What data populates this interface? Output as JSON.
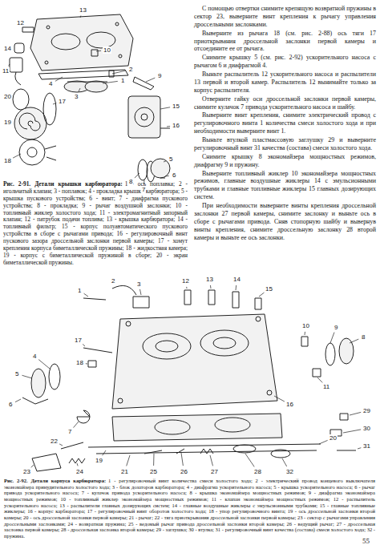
{
  "diagram": {
    "labels": [
      "С помощью отвертки снимите крепящую возвратной пружины в сектор 23, выверните винт крепления к рычагу управления дроссельными заслонками.",
      "Выверните из рычага 18 (см. рис. 2-88) ось тяги 17 приоткрывания дроссельной заслонки первой камеры и отсоедините ее от рычага.",
      "Снимите крышку 5 (см. рис. 2-92) ускорительного насоса с рычагом 6 и диафрагмой 4.",
      "Выньте распылитель 12 ускорительного насоса и распылители 13 первой и второй камер. Распылитель 12 вынимайте только за корпус распылителя.",
      "Отверните гайку оси дроссельной заслонки первой камеры, снимите кулачок 7 привода ускорительного насоса и шайбу.",
      "Выверните винт крепления, снимите электрический провод с регулировочного винта 1 количества смеси холостого хода и при необходимости выверните винт 1.",
      "Выньте втулкой пластмассовую заглушку 29 и выверните регулировочный винт 31 качества (состава) смеси холостого хода.",
      "Снимите крышку 8 экономайзера мощностных режимов, диафрагму 9 и пружину.",
      "Выверните топливный жиклер 10 экономайзера мощностных режимов, главные воздушные жиклеры 14 с эмульсионными трубками и главные топливные жиклеры 15 главных дозирующих систем.",
      "При необходимости выверните винты крепления дроссельной заслонки 27 первой камеры, снимите заслонку и выньте ось в сборе с рычагами привода. Сняв стопорную шайбу и вывернув винты крепления, снимите дроссельную заслонку 28 второй камеры и выньте ее ось заслонки.",
      "Рис. 2-91. Детали крышки карбюратора:",
      "1 - ось поплавка; 2 - игольчатый клапан; 3 - поплавок; 4 - прокладка крышки карбюратора; 5 - крышка пускового устройства; 6 - винт; 7 - диафрагма пускового устройства; 8 - прокладка; 9 - рычаг воздушной заслонки; 10 - топливный жиклер холостого хода; 11 - электромагнитный запорный клапан; 12 - патрубок подачи топлива; 13 - крышка карбюратора; 14 - топливный фильтр; 15 - корпус полуавтоматического пускового устройства в сборе с рычагами привода; 16 - регулировочный винт пускового зазора дроссельной заслонки первой камеры; 17 - хомут крепления корпуса биметаллической пружины; 18 - жидкостная камера; 19 - корпус с биметаллической пружиной в сборе; 20 - экран биметаллической пружины.",
      "1",
      "2",
      "3",
      "4",
      "5",
      "6",
      "7",
      "8",
      "9",
      "10",
      "11",
      "12",
      "13",
      "14",
      "15",
      "16",
      "17",
      "18",
      "19",
      "20",
      "1",
      "2",
      "3",
      "4",
      "5",
      "6",
      "7",
      "8",
      "9",
      "10",
      "11",
      "12",
      "13",
      "14",
      "15",
      "16",
      "17",
      "18",
      "19",
      "20",
      "21",
      "22",
      "23",
      "24",
      "25",
      "26",
      "27",
      "28",
      "29",
      "30",
      "31",
      "32",
      "Рис. 2-92. Детали корпуса карбюратора:",
      "1 - регулировочный винт количества смеси холостого хода; 2 - электрический провод концевого выключателя экономайзера принудительного холостого хода; 3 - блок дозаторов карбюратора; 4 - диафрагма ускорительного насоса; 5 - крышка ускорительного насоса; 6 - рычаг привода ускорительного насоса; 7 - кулачок привода ускорительного насоса; 8 - крышка экономайзера мощностных режимов; 9 - диафрагма экономайзера мощностных режимов; 10 - топливный жиклер экономайзера мощностных режимов; 11 - клапан экономайзера мощностных режимов; 12 - распылитель ускорительного насоса; 13 - распылители главных дозирующих систем; 14 - главные воздушные жиклеры с эмульсионными трубками; 15 - главные топливные жиклеры; 16 - корпус карбюратора; 17 - регулировочный винт оборотов холостого хода; 18 - упор регулировочного винта; 19 - ось дроссельной заслонки второй камеры; 20 - ось дроссельной заслонки первой камеры; 21 - рычаг; 22 - тяга приоткрывания дроссельной заслонки первой камеры; 23 - сектор с рычагами управления дроссельными заслонками; 24 - возвратная пружина; 25 - ведомый рычаг привода дроссельной заслонки второй камеры; 26 - ведущий рычаг; 27 - дроссельная заслонка первой камеры; 28 - дроссельная заслонка второй камеры; 29 - заглушка; 30 - втулка; 31 - регулировочный винт качества (состава) смеси холостого хода; 32 - пружина.",
      "55"
    ]
  }
}
